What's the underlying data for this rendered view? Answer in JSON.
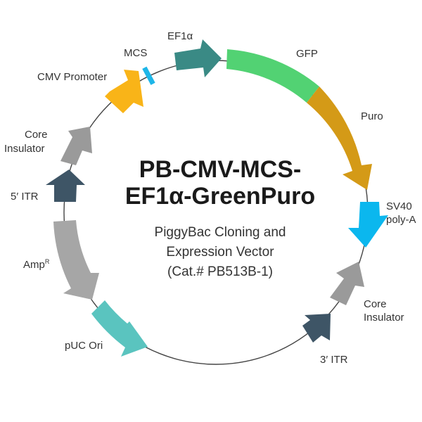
{
  "title": {
    "line1": "PB-CMV-MCS-",
    "line2": "EF1α-GreenPuro"
  },
  "subtitle": {
    "line1": "PiggyBac Cloning and",
    "line2": "Expression Vector",
    "line3": "(Cat.# PB513B-1)"
  },
  "features": [
    {
      "id": "cmv",
      "label": "CMV Promoter",
      "color": "#F9B418"
    },
    {
      "id": "mcs",
      "label": "MCS",
      "color": "#1EB6E8"
    },
    {
      "id": "ef1a",
      "label": "EF1α",
      "color": "#3A8A85"
    },
    {
      "id": "gfp",
      "label": "GFP",
      "color": "#52D273"
    },
    {
      "id": "puro",
      "label": "Puro",
      "color": "#D49A17"
    },
    {
      "id": "sv40",
      "label_line1": "SV40",
      "label_line2": "poly-A",
      "color": "#0BB7EE"
    },
    {
      "id": "core_r",
      "label_line1": "Core",
      "label_line2": "Insulator",
      "color": "#9A9A9A"
    },
    {
      "id": "itr3",
      "label": "3′ ITR",
      "color": "#3E5566"
    },
    {
      "id": "puc",
      "label": "pUC Ori",
      "color": "#5AC4BF"
    },
    {
      "id": "amp",
      "label": "Amp",
      "label_sup": "R",
      "color": "#A6A6A6"
    },
    {
      "id": "itr5",
      "label": "5′ ITR",
      "color": "#3E5566"
    },
    {
      "id": "core_l",
      "label_line1": "Core",
      "label_line2": "Insulator",
      "color": "#9A9A9A"
    }
  ],
  "backbone_color": "#444444"
}
